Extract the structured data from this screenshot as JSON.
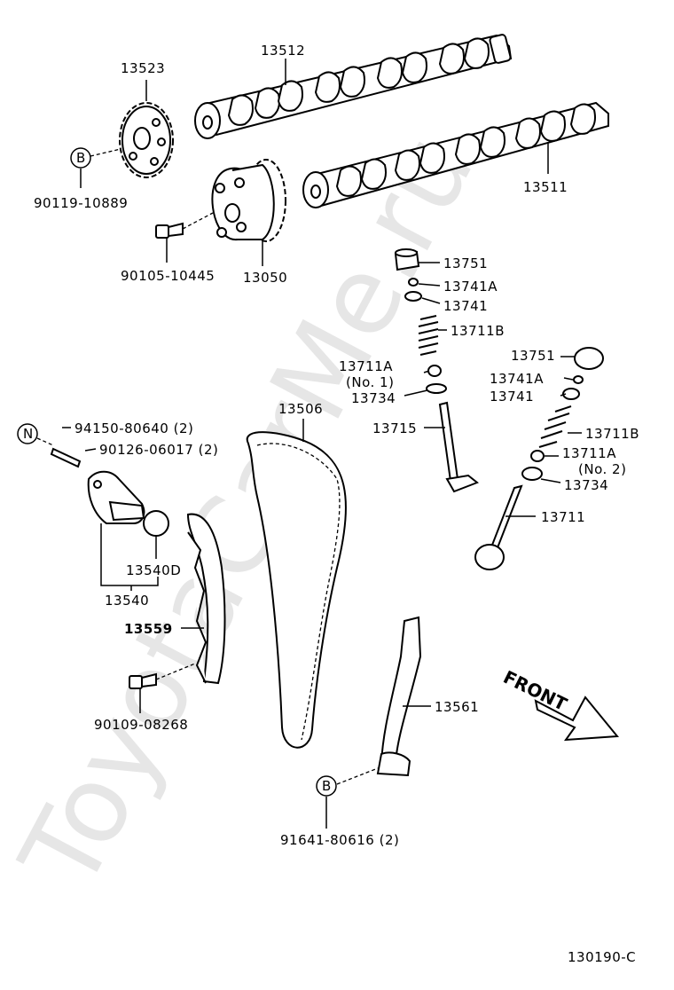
{
  "watermark": "ToyotaCarMe.ru",
  "diagram_id": "130190-C",
  "front_label": "FRONT",
  "markers": {
    "b": "B",
    "n": "N"
  },
  "parts": {
    "p13512": "13512",
    "p13523": "13523",
    "p13511": "13511",
    "p13050": "13050",
    "p90119": "90119-10889",
    "p90105": "90105-10445",
    "p13751a": "13751",
    "p13741Aa": "13741A",
    "p13741a": "13741",
    "p13711Ba": "13711B",
    "p13711Aa": "13711A",
    "p13711Aa_no": "(No. 1)",
    "p13734a": "13734",
    "p13715": "13715",
    "p13751b": "13751",
    "p13741Ab": "13741A",
    "p13741b": "13741",
    "p13711Bb": "13711B",
    "p13711Ab": "13711A",
    "p13711Ab_no": "(No. 2)",
    "p13734b": "13734",
    "p13711": "13711",
    "p13506": "13506",
    "p94150": "94150-80640 (2)",
    "p90126": "90126-06017 (2)",
    "p13540D": "13540D",
    "p13540": "13540",
    "p13559": "13559",
    "p90109": "90109-08268",
    "p13561": "13561",
    "p91641": "91641-80616 (2)"
  }
}
